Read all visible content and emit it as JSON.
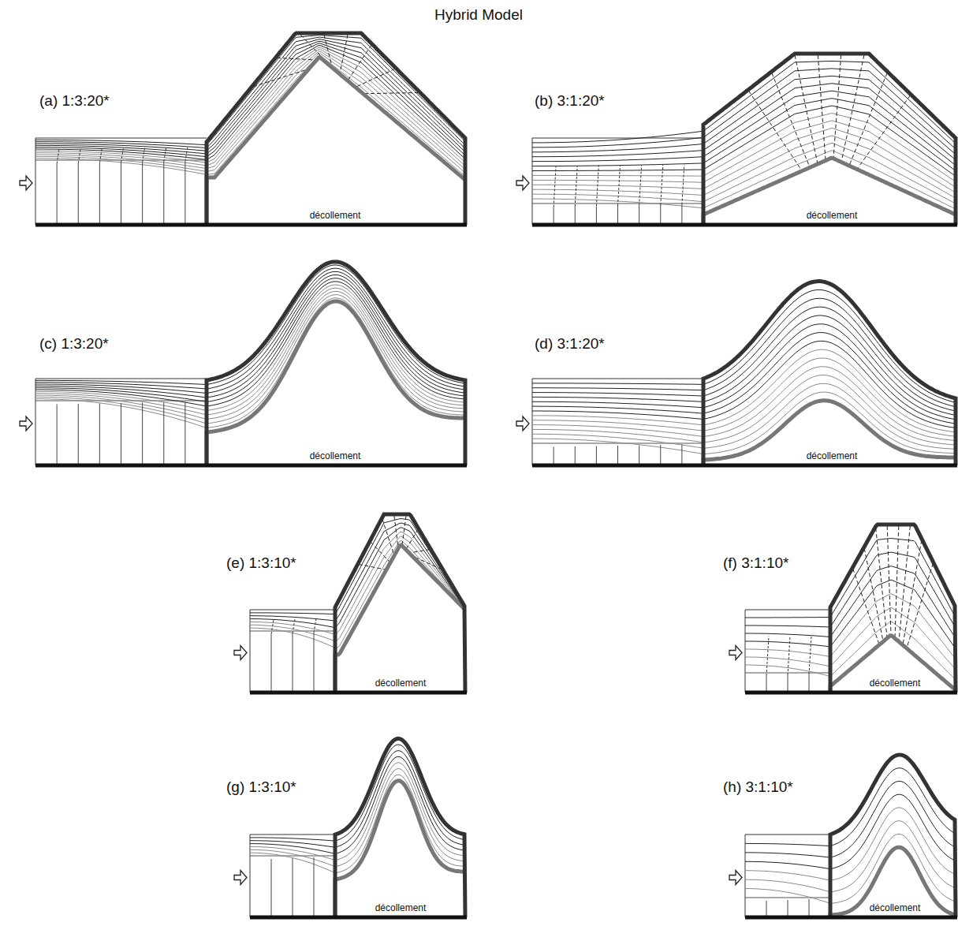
{
  "diagram": {
    "title": "Hybrid Model",
    "labels": [
      "(a) 1:3:20*",
      "décollement",
      "(b) 3:1:20*",
      "décollement",
      "(c) 1:3:20*",
      "décollement",
      "(d) 3:1:20*",
      "décollement",
      "(e) 1:3:10*",
      "décollement",
      "(f) 3:1:10*",
      "décollement",
      "(g) 1:3:10*",
      "décollement",
      "(h) 3:1:10*",
      "décollement"
    ]
  }
}
